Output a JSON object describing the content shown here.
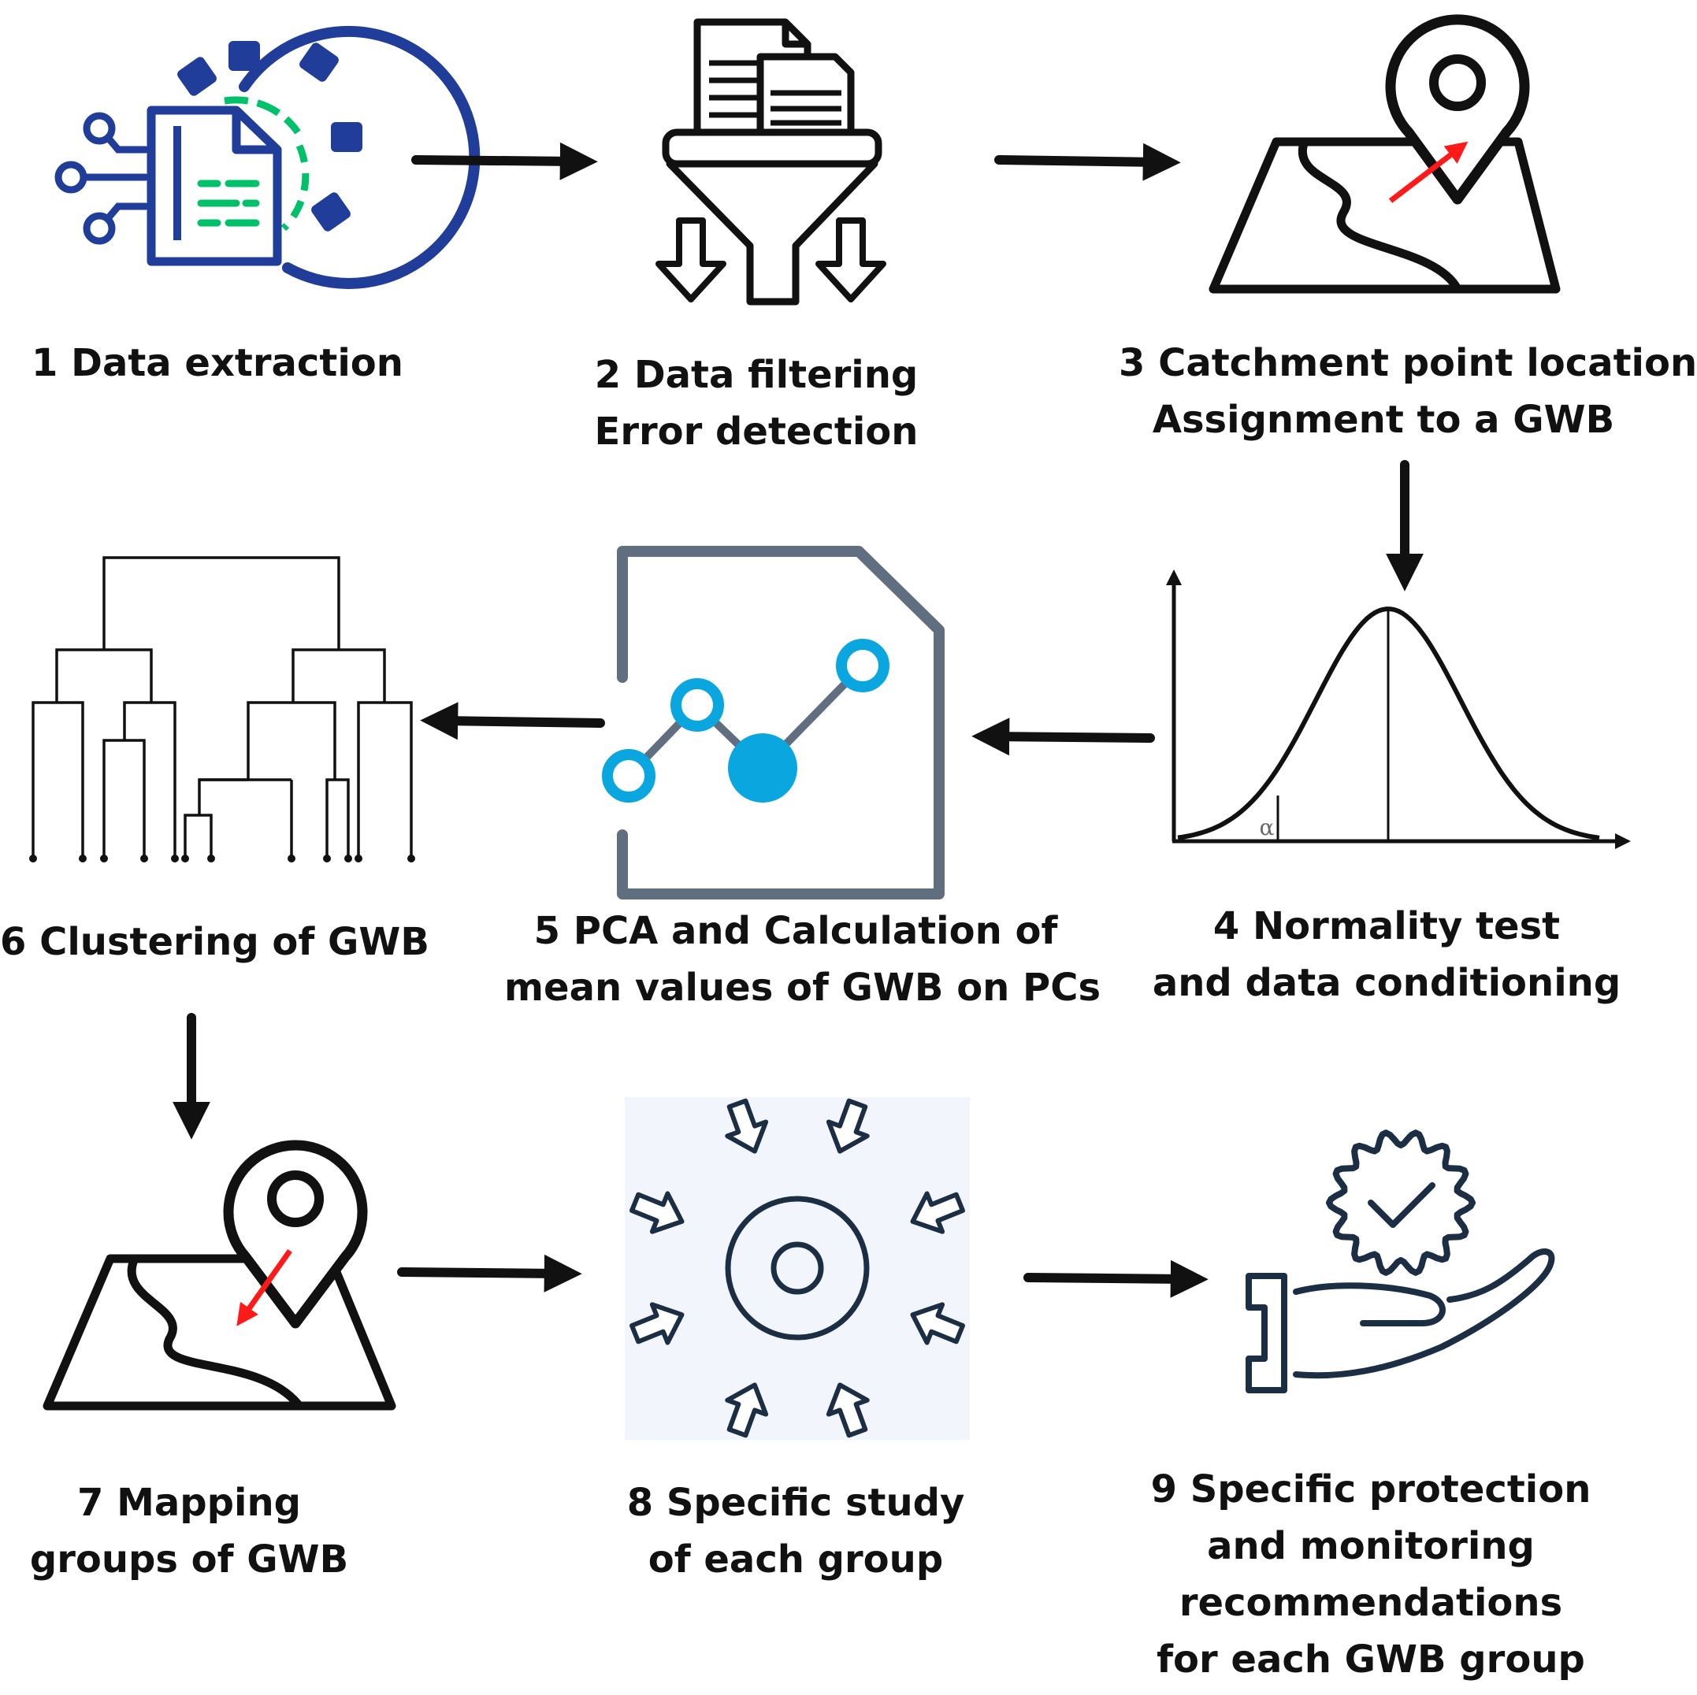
{
  "colors": {
    "ink": "#111111",
    "blue_dark": "#1f3d99",
    "green": "#00c16a",
    "cyan": "#0aa6e0",
    "slate": "#5f6f80",
    "red": "#ff1a1a",
    "navy": "#1b2e44",
    "panel_bg": "#f2f6fc"
  },
  "steps": [
    {
      "lines": [
        "1 Data extraction"
      ],
      "icon": "document-gear-icon"
    },
    {
      "lines": [
        "2 Data filtering",
        "Error detection"
      ],
      "icon": "funnel-filter-icon"
    },
    {
      "lines": [
        "3 Catchment point location",
        "Assignment to a GWB"
      ],
      "icon": "map-pin-icon"
    },
    {
      "lines": [
        "4  Normality test",
        "and data conditioning"
      ],
      "icon": "normal-distribution-icon"
    },
    {
      "lines": [
        "5  PCA and Calculation of",
        "mean values of GWB on PCs"
      ],
      "icon": "line-chart-document-icon"
    },
    {
      "lines": [
        "6  Clustering of GWB"
      ],
      "icon": "dendrogram-icon"
    },
    {
      "lines": [
        "7  Mapping",
        "groups of GWB"
      ],
      "icon": "map-pin-icon"
    },
    {
      "lines": [
        "8  Specific study",
        "of each group"
      ],
      "icon": "focus-target-icon"
    },
    {
      "lines": [
        "9 Specific protection",
        "and monitoring",
        "recommendations",
        "for each GWB group"
      ],
      "icon": "hand-badge-check-icon"
    }
  ],
  "alpha_symbol": "α"
}
